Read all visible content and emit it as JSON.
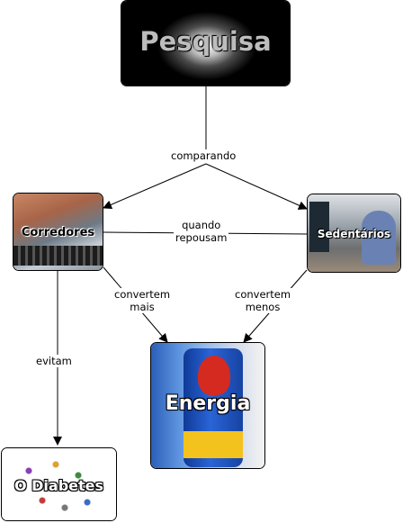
{
  "nodes": {
    "pesquisa": {
      "label": "Pesquisa"
    },
    "corredores": {
      "label": "Corredores"
    },
    "sedentarios": {
      "label": "Sedentários"
    },
    "energia": {
      "label": "Energia"
    },
    "diabetes": {
      "label": "O Diabetes"
    }
  },
  "edges": {
    "comparando": "comparando",
    "quando_repousam_1": "quando",
    "quando_repousam_2": "repousam",
    "convertem_mais_1": "convertem",
    "convertem_mais_2": "mais",
    "convertem_menos_1": "convertem",
    "convertem_menos_2": "menos",
    "evitam": "evitam"
  },
  "colors": {
    "node_border": "#000000",
    "line": "#000000",
    "label_white": "#ffffff",
    "label_outline": "#000000"
  }
}
